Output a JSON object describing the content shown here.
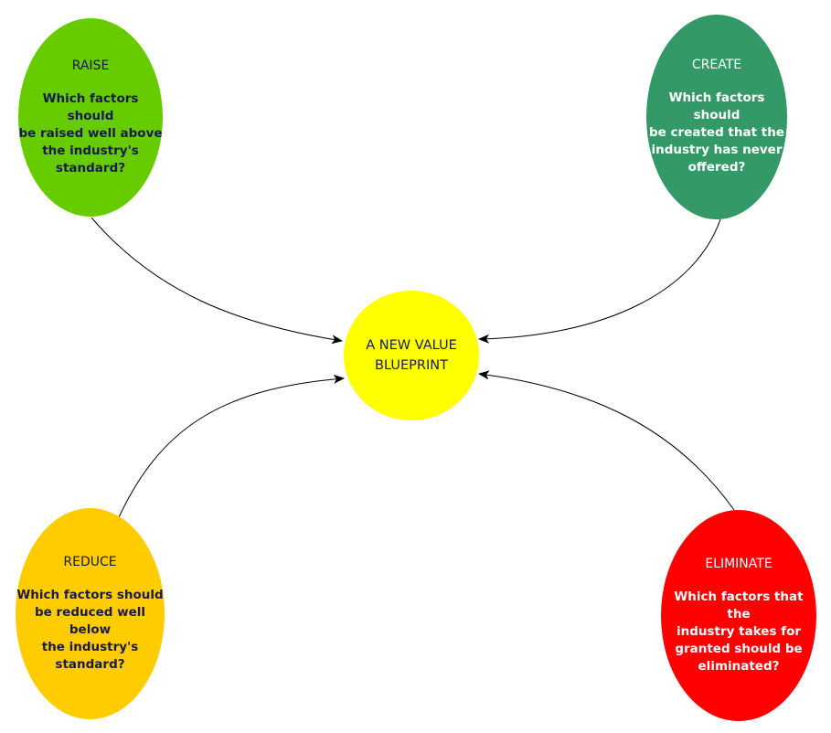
{
  "center": {
    "label_line1": "A NEW VALUE",
    "label_line2": "BLUEPRINT",
    "color": "#ffff00"
  },
  "raise": {
    "title": "RAISE",
    "question_lines": [
      "Which factors should",
      "be raised well above",
      "the industry's",
      "standard?"
    ],
    "color": "#66cc00"
  },
  "create": {
    "title": "CREATE",
    "question_lines": [
      "Which factors should",
      "be created that the",
      "industry has never",
      "offered?"
    ],
    "color": "#339966"
  },
  "reduce": {
    "title": "REDUCE",
    "question_lines": [
      "Which factors should",
      "be reduced well below",
      "the industry's",
      "standard?"
    ],
    "color": "#ffcc00"
  },
  "eliminate": {
    "title": "ELIMINATE",
    "question_lines": [
      "Which factors that the",
      "industry takes for",
      "granted should be",
      "eliminated?"
    ],
    "color": "#ff0000"
  }
}
